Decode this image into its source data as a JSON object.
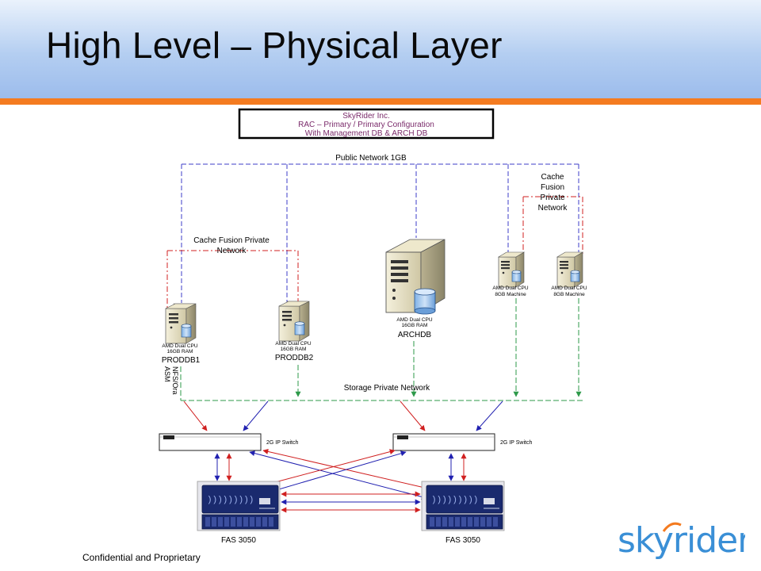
{
  "slide": {
    "title": "High Level – Physical Layer",
    "footer": "Confidential and Proprietary",
    "logo_text": "skyrider"
  },
  "colors": {
    "header_gradient_top": "#eaf2fc",
    "header_gradient_bottom": "#9cbcec",
    "accent_bar": "#f47b20",
    "public_network": "#3c3cc8",
    "private_network": "#d02020",
    "storage_network": "#2e9a4a",
    "title_box_text": "#7a2a6a",
    "filer_blue": "#1a2a6e"
  },
  "diagram": {
    "title_box": {
      "line1": "SkyRider Inc.",
      "line2": "RAC – Primary / Primary Configuration",
      "line3": "With Management DB & ARCH DB"
    },
    "public_network_label": "Public Network 1GB",
    "cache_fusion_left": {
      "line1": "Cache Fusion Private",
      "line2": "Network"
    },
    "cache_fusion_right": [
      "Cache",
      "Fusion",
      "Private",
      "Network"
    ],
    "storage_network_label": "Storage Private Network",
    "nfs_label": [
      "NFS/Ora",
      "ASM"
    ],
    "servers": {
      "proddb1": {
        "spec1": "AMD Dual CPU",
        "spec2": "16GB RAM",
        "name": "PRODDB1"
      },
      "proddb2": {
        "spec1": "AMD Dual CPU",
        "spec2": "16GB RAM",
        "name": "PRODDB2"
      },
      "archdb": {
        "spec1": "AMD Dual CPU",
        "spec2": "16GB RAM",
        "name": "ARCHDB"
      },
      "mgmt1": {
        "spec1": "AMD Dual CPU",
        "spec2": "8GB  Machine"
      },
      "mgmt2": {
        "spec1": "AMD Dual CPU",
        "spec2": "8GB  Machine"
      }
    },
    "switches": {
      "left": {
        "label": "2G IP Switch"
      },
      "right": {
        "label": "2G IP Switch"
      }
    },
    "filers": {
      "left": {
        "label": "FAS 3050"
      },
      "right": {
        "label": "FAS 3050"
      }
    }
  }
}
